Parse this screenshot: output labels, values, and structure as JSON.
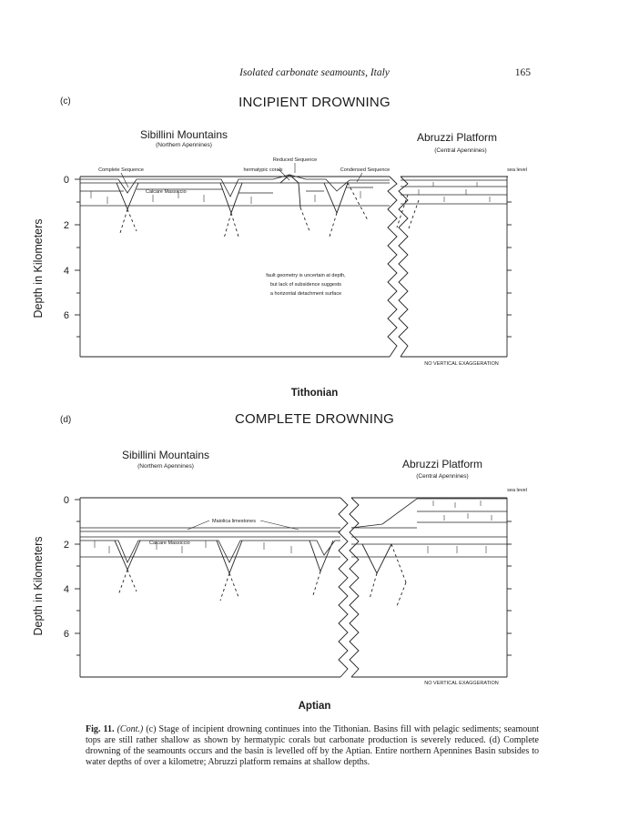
{
  "header": {
    "running_title": "Isolated carbonate seamounts, Italy",
    "page_number": "165"
  },
  "panel_c": {
    "label": "(c)",
    "title": "INCIPIENT DROWNING",
    "left_region": "Sibillini Mountains",
    "left_subregion": "(Northern Apennines)",
    "right_region": "Abruzzi Platform",
    "right_subregion": "(Central Apennines)",
    "annotations": {
      "complete_sequence": "Complete Sequence",
      "reduced_sequence": "Reduced Sequence",
      "hermatypic_corals": "hermatypic corals",
      "condensed_sequence": "Condensed Sequence",
      "sea_level": "sea level",
      "calcare_massiccio": "Calcare Massiccio",
      "fault_note_1": "fault geometry is uncertain at depth,",
      "fault_note_2": "but lack of subsidence suggests",
      "fault_note_3": "a horizontal detachment surface",
      "exaggeration": "NO VERTICAL EXAGGERATION"
    },
    "y_axis_label": "Depth in Kilometers",
    "y_ticks": [
      "0",
      "2",
      "4",
      "6"
    ],
    "age": "Tithonian"
  },
  "panel_d": {
    "label": "(d)",
    "title": "COMPLETE DROWNING",
    "left_region": "Sibillini Mountains",
    "left_subregion": "(Northern Apennines)",
    "right_region": "Abruzzi Platform",
    "right_subregion": "(Central Apennines)",
    "annotations": {
      "maiolica": "Maiolica limestones",
      "sea_level": "sea level",
      "calcare_massiccio": "Calcare Massiccio",
      "exaggeration": "NO VERTICAL EXAGGERATION"
    },
    "y_axis_label": "Depth in Kilometers",
    "y_ticks": [
      "0",
      "2",
      "4",
      "6"
    ],
    "age": "Aptian"
  },
  "caption": {
    "label": "Fig. 11.",
    "cont": "(Cont.)",
    "text": " (c) Stage of incipient drowning continues into the Tithonian. Basins fill with pelagic sediments; seamount tops are still rather shallow as shown by hermatypic corals but carbonate production is severely reduced. (d) Complete drowning of the seamounts occurs and the basin is levelled off by the Aptian. Entire northern Apennines Basin subsides to water depths of over a kilometre; Abruzzi platform remains at shallow depths."
  }
}
